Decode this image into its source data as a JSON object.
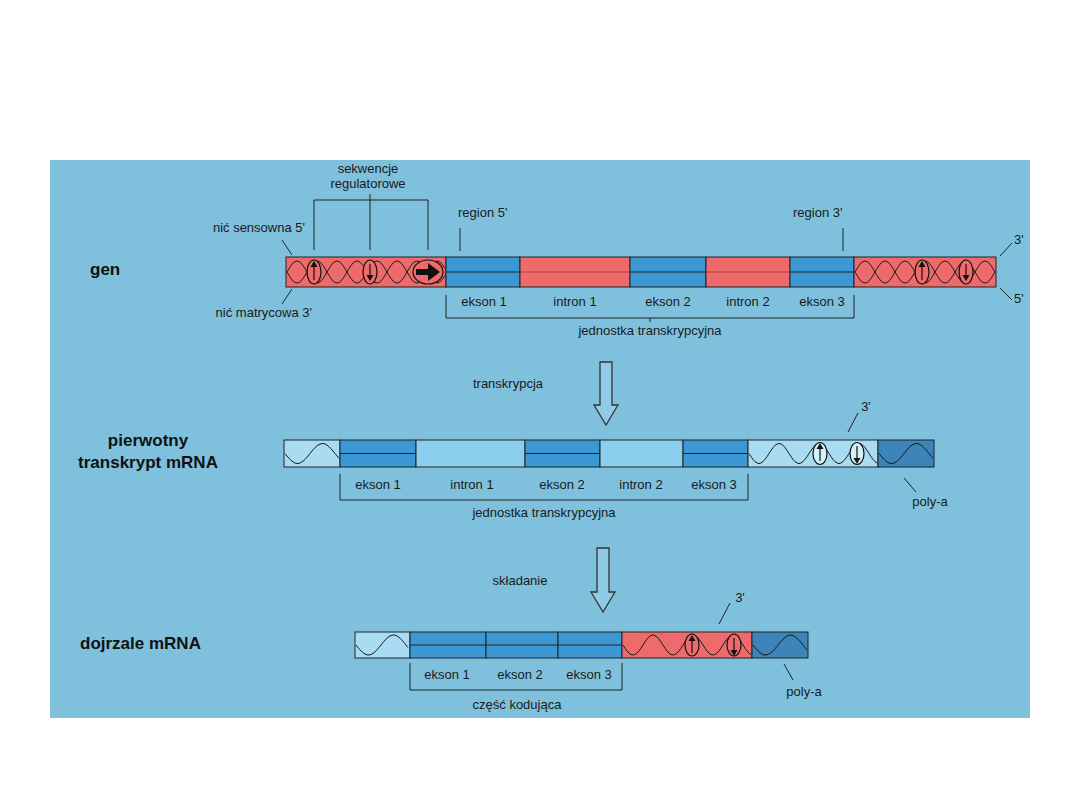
{
  "diagram": {
    "labels": [
      "sekwencje regulatorowe",
      "nić sensowna 5'",
      "region 5'",
      "region 3'",
      "gen",
      "3'",
      "5'",
      "nić matrycowa 3'",
      "ekson 1",
      "intron 1",
      "ekson 2",
      "intron 2",
      "ekson 3",
      "jednostka transkrypcyjna",
      "transkrypcja",
      "pierwotny transkrypt mRNA",
      "3'",
      "ekson 1",
      "intron 1",
      "ekson 2",
      "intron 2",
      "ekson 3",
      "poly-a",
      "jednostka transkrypcyjna",
      "składanie",
      "3'",
      "dojrzale mRNA",
      "ekson 1",
      "ekson 2",
      "ekson 3",
      "poly-a",
      "część kodująca"
    ]
  }
}
